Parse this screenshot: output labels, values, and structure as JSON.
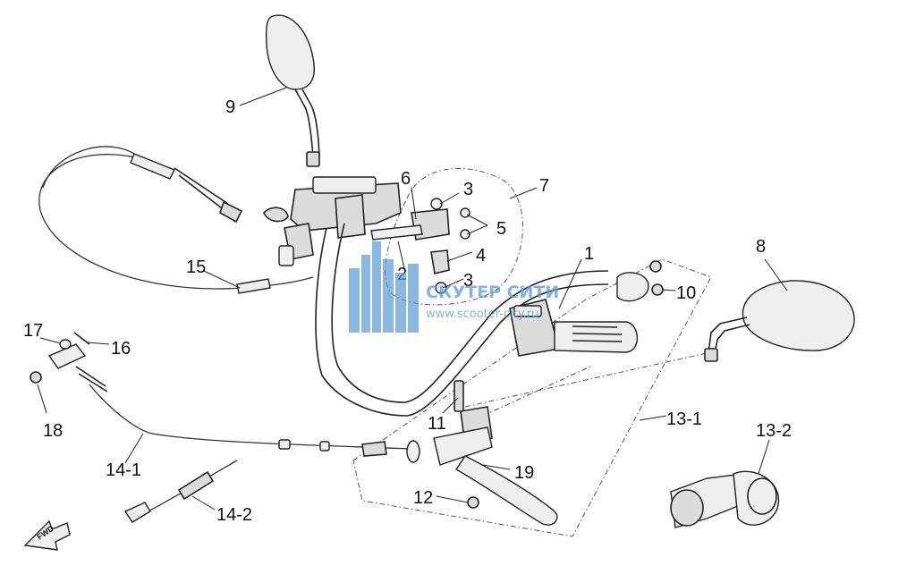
{
  "callouts": [
    {
      "id": "c1",
      "label": "1"
    },
    {
      "id": "c2",
      "label": "2"
    },
    {
      "id": "c3a",
      "label": "3"
    },
    {
      "id": "c3b",
      "label": "3"
    },
    {
      "id": "c4",
      "label": "4"
    },
    {
      "id": "c5",
      "label": "5"
    },
    {
      "id": "c6",
      "label": "6"
    },
    {
      "id": "c7",
      "label": "7"
    },
    {
      "id": "c8",
      "label": "8"
    },
    {
      "id": "c9",
      "label": "9"
    },
    {
      "id": "c10",
      "label": "10"
    },
    {
      "id": "c11",
      "label": "11"
    },
    {
      "id": "c12",
      "label": "12"
    },
    {
      "id": "c13-1",
      "label": "13-1"
    },
    {
      "id": "c13-2",
      "label": "13-2"
    },
    {
      "id": "c14-1",
      "label": "14-1"
    },
    {
      "id": "c14-2",
      "label": "14-2"
    },
    {
      "id": "c15",
      "label": "15"
    },
    {
      "id": "c16",
      "label": "16"
    },
    {
      "id": "c17",
      "label": "17"
    },
    {
      "id": "c18",
      "label": "18"
    },
    {
      "id": "c19",
      "label": "19"
    }
  ],
  "watermark": {
    "name": "СКУТЕР СИТИ",
    "url": "www.scooter-city.ru",
    "color": "#5b9bd5"
  },
  "fwd_label": "FWD"
}
